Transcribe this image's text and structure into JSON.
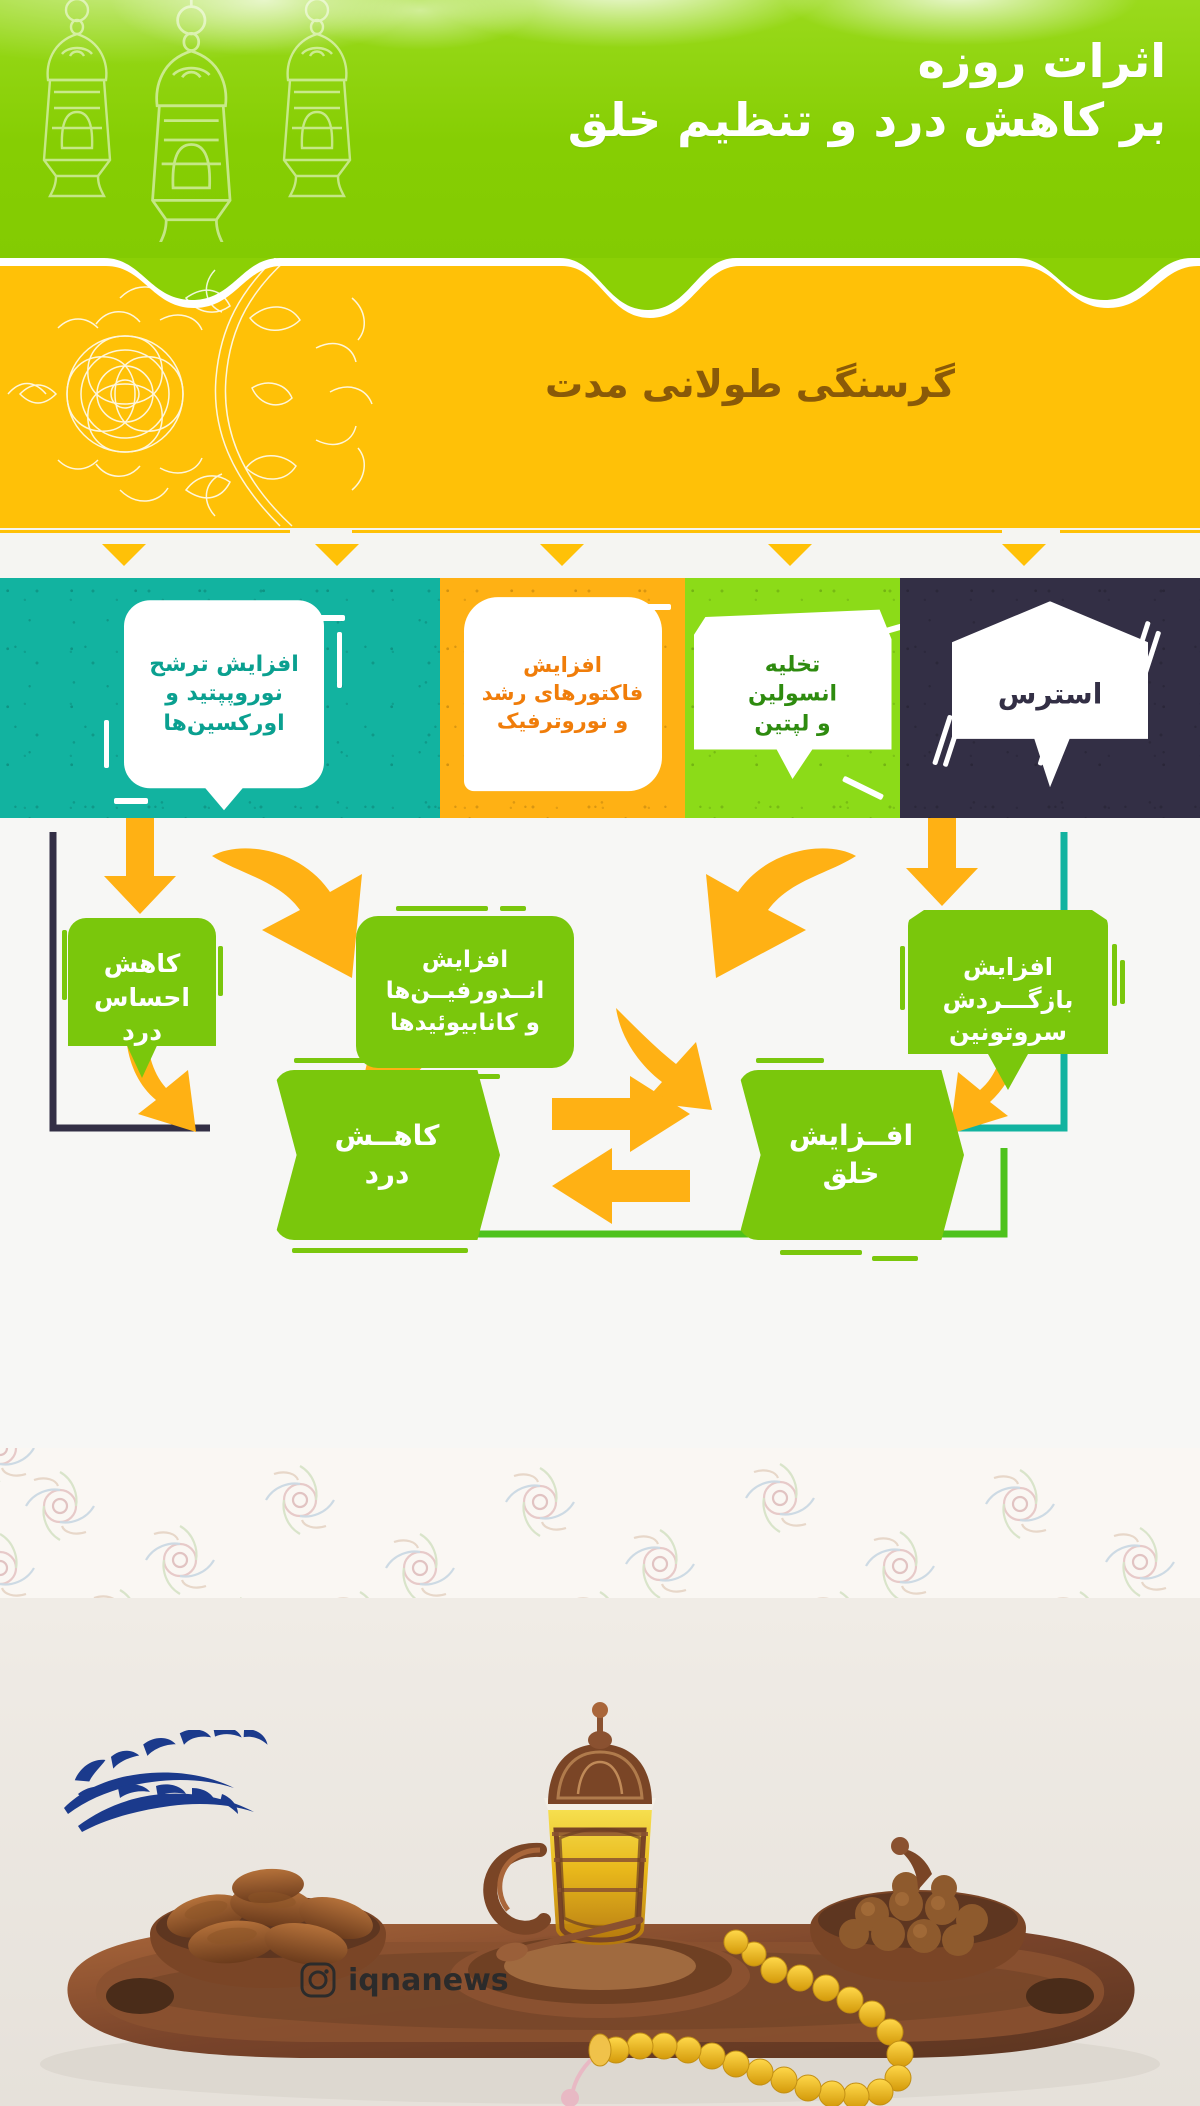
{
  "header": {
    "title_line1": "اثرات روزه",
    "title_line2": "بر کاهش درد و تنظیم خلق",
    "bg_color": "#8bd005",
    "lantern_icon": "ramadan-lantern-icon"
  },
  "banner": {
    "text": "گرسنگی طولانی مدت",
    "bg_color": "#ffc107",
    "text_color": "#8a5a08",
    "ornament_icon": "floral-ornament-icon"
  },
  "connectors": {
    "down_chevron_icon": "chevron-down-icon",
    "color": "#ffc107"
  },
  "sources": [
    {
      "label": "استرس",
      "bg_color": "#332f45",
      "text_color": "#332f45",
      "shape": "hexagon-bubble"
    },
    {
      "label": "تخلیه\nانسولین\nو لپتین",
      "bg_color": "#8cdb18",
      "text_color": "#2e8b0f",
      "shape": "tag-bubble"
    },
    {
      "label": "افزایش\nفاکتورهای رشد\nو نوروترفیک",
      "bg_color": "#ffb114",
      "text_color": "#f07d0a",
      "shape": "round-bubble"
    },
    {
      "label": "افزایش ترشح\nنوروپپتید و\nاورکسین‌ها",
      "bg_color": "#12b3a0",
      "text_color": "#0aa090",
      "shape": "speech-bubble"
    }
  ],
  "flow": {
    "box_color": "#7ac70c",
    "arrow_color": "#ffb114",
    "nodes": [
      {
        "id": "pain-sense",
        "label": "کاهش\nاحساس\nدرد"
      },
      {
        "id": "endorphins",
        "label": "افزایش\nانــدورفیــن‌ها\nو کانابیوئیدها"
      },
      {
        "id": "serotonin",
        "label": "افزایش\nبازگـــردش\nسروتونین"
      },
      {
        "id": "pain-reduce",
        "label": "کاهــش\nدرد"
      },
      {
        "id": "mood-increase",
        "label": "افــزایش\nخلق"
      }
    ],
    "edges": [
      {
        "from": "stress",
        "to": "pain-sense",
        "type": "down-arrow",
        "color": "#ffb114"
      },
      {
        "from": "insulin-leptin",
        "to": "endorphins",
        "type": "curved-arrow",
        "color": "#ffb114"
      },
      {
        "from": "growth-factors",
        "to": "endorphins",
        "type": "curved-arrow",
        "color": "#ffb114"
      },
      {
        "from": "neuropeptide",
        "to": "serotonin",
        "type": "down-arrow",
        "color": "#ffb114"
      },
      {
        "from": "endorphins",
        "to": "pain-reduce",
        "type": "curved-arrow",
        "color": "#ffb114"
      },
      {
        "from": "endorphins",
        "to": "mood-increase",
        "type": "curved-arrow",
        "color": "#ffb114"
      },
      {
        "from": "serotonin",
        "to": "mood-increase",
        "type": "hook-arrow",
        "color": "#ffb114"
      },
      {
        "from": "pain-sense",
        "to": "pain-reduce",
        "type": "hook-arrow",
        "color": "#ffb114"
      },
      {
        "from": "pain-reduce",
        "to": "mood-increase",
        "type": "double-exchange",
        "color": "#ffb114"
      },
      {
        "from": "stress-rail",
        "to": "pain-reduce",
        "type": "dark-rail",
        "color": "#332f45"
      },
      {
        "from": "neuropeptide-rail",
        "to": "mood-increase",
        "type": "teal-rail",
        "color": "#12b3a0"
      },
      {
        "from": "mood-increase",
        "to": "pain-reduce",
        "type": "green-return",
        "color": "#7ac70c"
      }
    ]
  },
  "footer": {
    "handle": "iqnanews",
    "instagram_icon": "instagram-icon",
    "logo_alt": "خبرگزاری بین المللی قرآن",
    "logo_color": "#1b3a8c"
  }
}
